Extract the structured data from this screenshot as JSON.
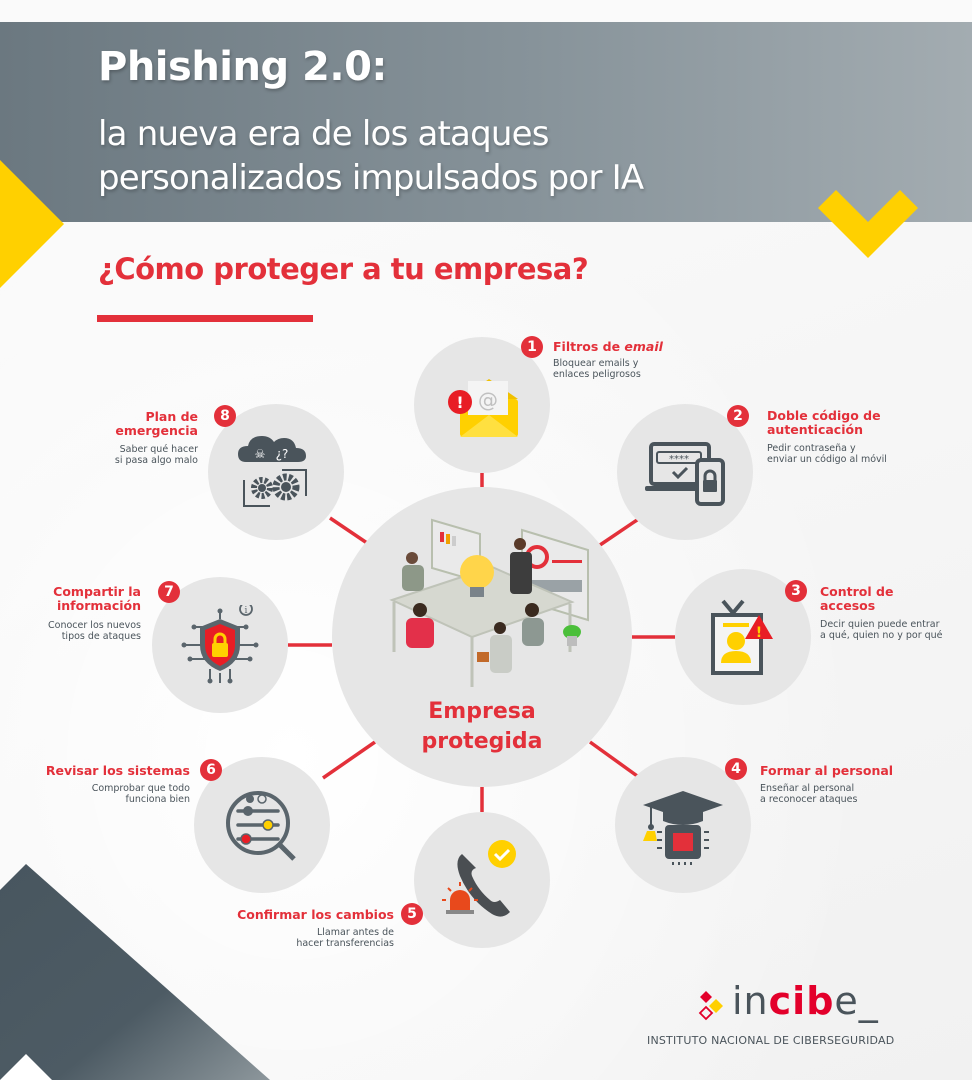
{
  "header": {
    "title": "Phishing 2.0:",
    "subtitle_line1": "la nueva era de los ataques",
    "subtitle_line2": "personalizados impulsados por IA"
  },
  "section": {
    "question": "¿Cómo proteger a tu empresa?"
  },
  "center": {
    "label_line1": "Empresa",
    "label_line2": "protegida",
    "illustration": "team-meeting-illustration"
  },
  "items": [
    {
      "number": "1",
      "title_plain": "Filtros de ",
      "title_em": "email",
      "desc_line1": "Bloquear emails y",
      "desc_line2": "enlaces peligrosos",
      "icon": "email-envelope-alert-icon"
    },
    {
      "number": "2",
      "title_line1": "Doble código de",
      "title_line2": "autenticación",
      "desc_line1": "Pedir contraseña y",
      "desc_line2": "enviar un código al móvil",
      "icon": "laptop-phone-lock-icon"
    },
    {
      "number": "3",
      "title_line1": "Control de",
      "title_line2": "accesos",
      "desc_line1": "Decir quien puede entrar",
      "desc_line2": "a qué, quien no y por qué",
      "icon": "id-badge-warning-icon"
    },
    {
      "number": "4",
      "title": "Formar al personal",
      "desc_line1": "Enseñar al personal",
      "desc_line2": "a reconocer ataques",
      "icon": "graduation-cap-chip-icon"
    },
    {
      "number": "5",
      "title": "Confirmar los cambios",
      "desc_line1": "Llamar antes de",
      "desc_line2": "hacer transferencias",
      "icon": "phone-siren-check-icon"
    },
    {
      "number": "6",
      "title": "Revisar los sistemas",
      "desc_line1": "Comprobar que todo",
      "desc_line2": "funciona bien",
      "icon": "magnifier-sliders-icon"
    },
    {
      "number": "7",
      "title_line1": "Compartir la",
      "title_line2": "información",
      "desc_line1": "Conocer los nuevos",
      "desc_line2": "tipos de ataques",
      "icon": "shield-lock-circuit-icon"
    },
    {
      "number": "8",
      "title_line1": "Plan de",
      "title_line2": "emergencia",
      "desc_line1": "Saber qué hacer",
      "desc_line2": "si pasa algo malo",
      "icon": "cloud-gears-cycle-icon"
    }
  ],
  "logo": {
    "word_pre": "in",
    "word_red": "cib",
    "word_post": "e_",
    "subtitle": "INSTITUTO NACIONAL DE CIBERSEGURIDAD"
  },
  "colors": {
    "accent_red": "#e3303a",
    "accent_yellow": "#ffd000",
    "header_gray": "#7a868d",
    "icon_dark": "#4a545b",
    "circle_gray": "#e6e6e6"
  }
}
